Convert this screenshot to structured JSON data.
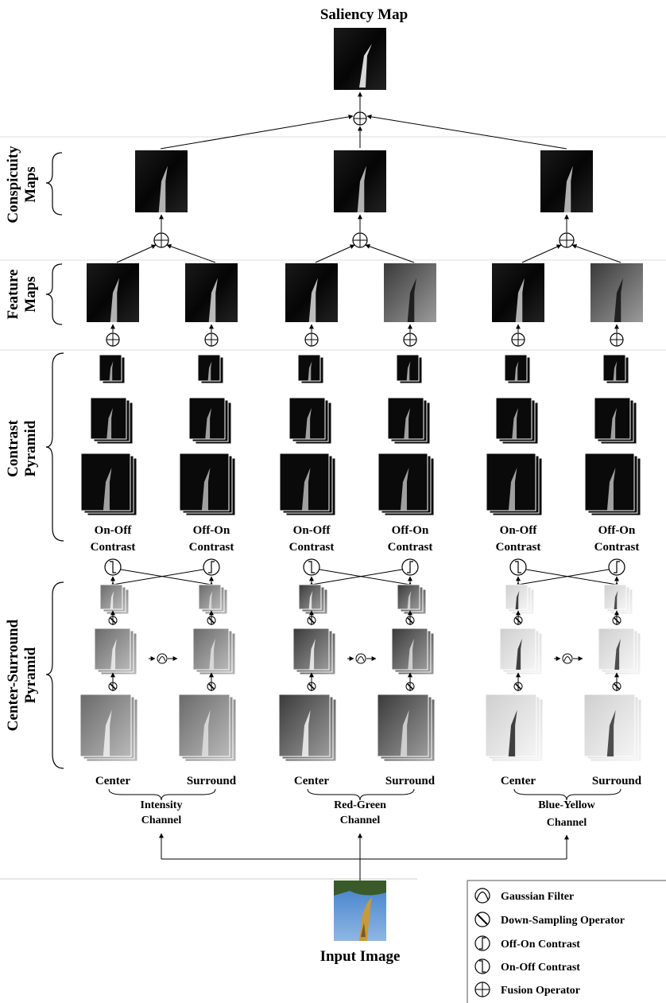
{
  "title": "Saliency Map",
  "input_label": "Input Image",
  "sections": {
    "conspicuity": "Conspicuity Maps",
    "feature": "Feature Maps",
    "contrast": "Contrast Pyramid",
    "center_surround": "Center-Surround Pyramid"
  },
  "channels": [
    {
      "name": "Intensity Channel",
      "line1": "Intensity",
      "line2": "Channel",
      "left_label": "Center",
      "right_label": "Surround",
      "contrast_left": [
        "On-Off",
        "Contrast"
      ],
      "contrast_right": [
        "Off-On",
        "Contrast"
      ]
    },
    {
      "name": "Red-Green Channel",
      "line1": "Red-Green",
      "line2": "Channel",
      "left_label": "Center",
      "right_label": "Surround",
      "contrast_left": [
        "On-Off",
        "Contrast"
      ],
      "contrast_right": [
        "Off-On",
        "Contrast"
      ]
    },
    {
      "name": "Blue-Yellow Channel",
      "line1": "Blue-Yellow",
      "line2": "Channel",
      "left_label": "Center",
      "right_label": "Surround",
      "contrast_left": [
        "On-Off",
        "Contrast"
      ],
      "contrast_right": [
        "Off-On",
        "Contrast"
      ]
    }
  ],
  "legend": [
    {
      "symbol": "gaussian-filter-icon",
      "label": "Gaussian Filter"
    },
    {
      "symbol": "down-sampling-icon",
      "label": "Down-Sampling Operator"
    },
    {
      "symbol": "off-on-contrast-icon",
      "label": "Off-On Contrast"
    },
    {
      "symbol": "on-off-contrast-icon",
      "label": "On-Off Contrast"
    },
    {
      "symbol": "fusion-operator-icon",
      "label": "Fusion Operator"
    }
  ]
}
